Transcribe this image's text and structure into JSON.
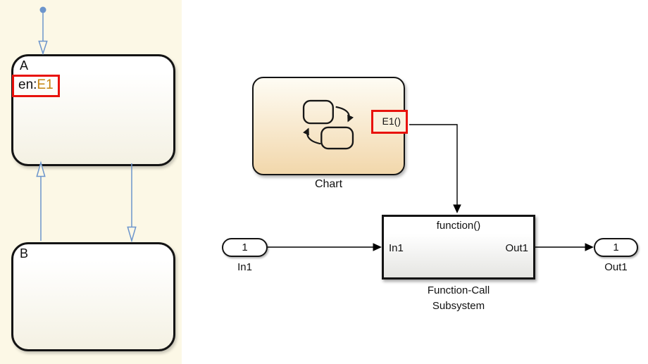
{
  "colors": {
    "canvas_yellow": "#FCF8E6",
    "state_fill_bottom": "#F4F1E3",
    "transition_blue": "#6C95CC",
    "highlight_red": "#E8120C",
    "event_text_orange": "#C5830D",
    "chart_fill_top": "#FEFCF4",
    "chart_fill_bottom": "#F2D7AB",
    "port_label_fill": "#FAF1DE",
    "subsystem_fill_bottom": "#E5E5E2",
    "block_border": "#141414",
    "signal_black": "#000000"
  },
  "stateflow": {
    "state_a": {
      "name": "A",
      "entry_label": "en:",
      "entry_event": "E1"
    },
    "state_b": {
      "name": "B"
    }
  },
  "model": {
    "chart": {
      "name": "Chart",
      "output_event_port": "E1()"
    },
    "inport": {
      "value": "1",
      "name": "In1"
    },
    "subsystem": {
      "trigger_label": "function()",
      "in_port": "In1",
      "out_port": "Out1",
      "name": "Function-Call\nSubsystem"
    },
    "outport": {
      "value": "1",
      "name": "Out1"
    }
  }
}
